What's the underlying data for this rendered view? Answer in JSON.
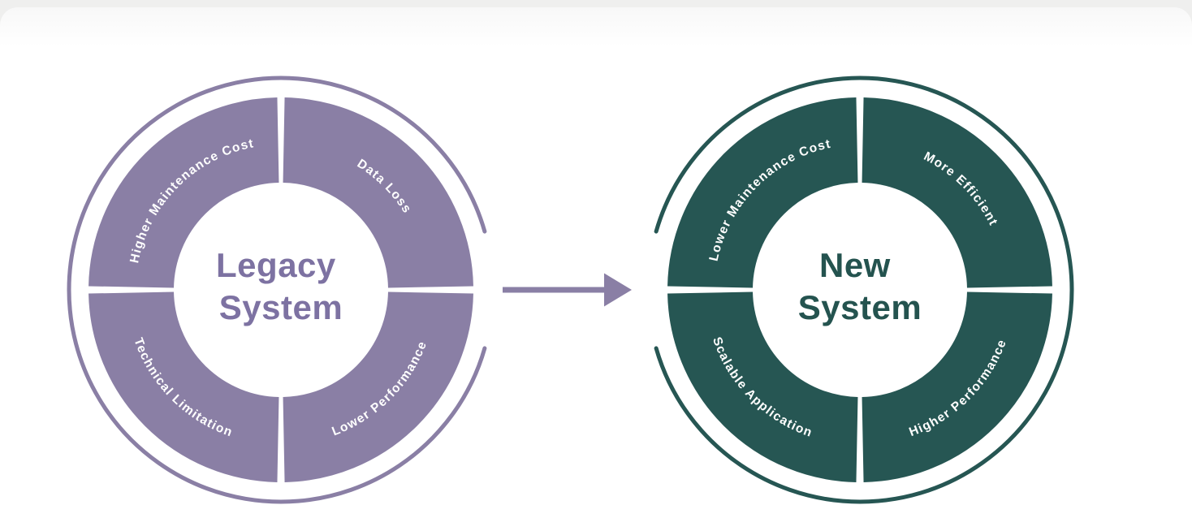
{
  "page": {
    "background_color": "#efefee",
    "card_color": "#ffffff"
  },
  "arrow": {
    "color": "#8a7fa5",
    "direction": "right"
  },
  "legacy": {
    "title_line1": "Legacy",
    "title_line2": "System",
    "ring_color": "#8a7fa5",
    "title_color": "#7d72a2",
    "label_color": "#ffffff",
    "segments": [
      {
        "label": "Higher Maintenance Cost",
        "position": "top-left"
      },
      {
        "label": "Data Loss",
        "position": "top-right"
      },
      {
        "label": "Technical Limitation",
        "position": "bottom-left"
      },
      {
        "label": "Lower Performance",
        "position": "bottom-right"
      }
    ]
  },
  "newsys": {
    "title_line1": "New",
    "title_line2": "System",
    "ring_color": "#265653",
    "title_color": "#24534f",
    "label_color": "#ffffff",
    "segments": [
      {
        "label": "Lower Maintenance Cost",
        "position": "top-left"
      },
      {
        "label": "More Efficient",
        "position": "top-right"
      },
      {
        "label": "Scalable Application",
        "position": "bottom-left"
      },
      {
        "label": "Higher Performance",
        "position": "bottom-right"
      }
    ]
  }
}
